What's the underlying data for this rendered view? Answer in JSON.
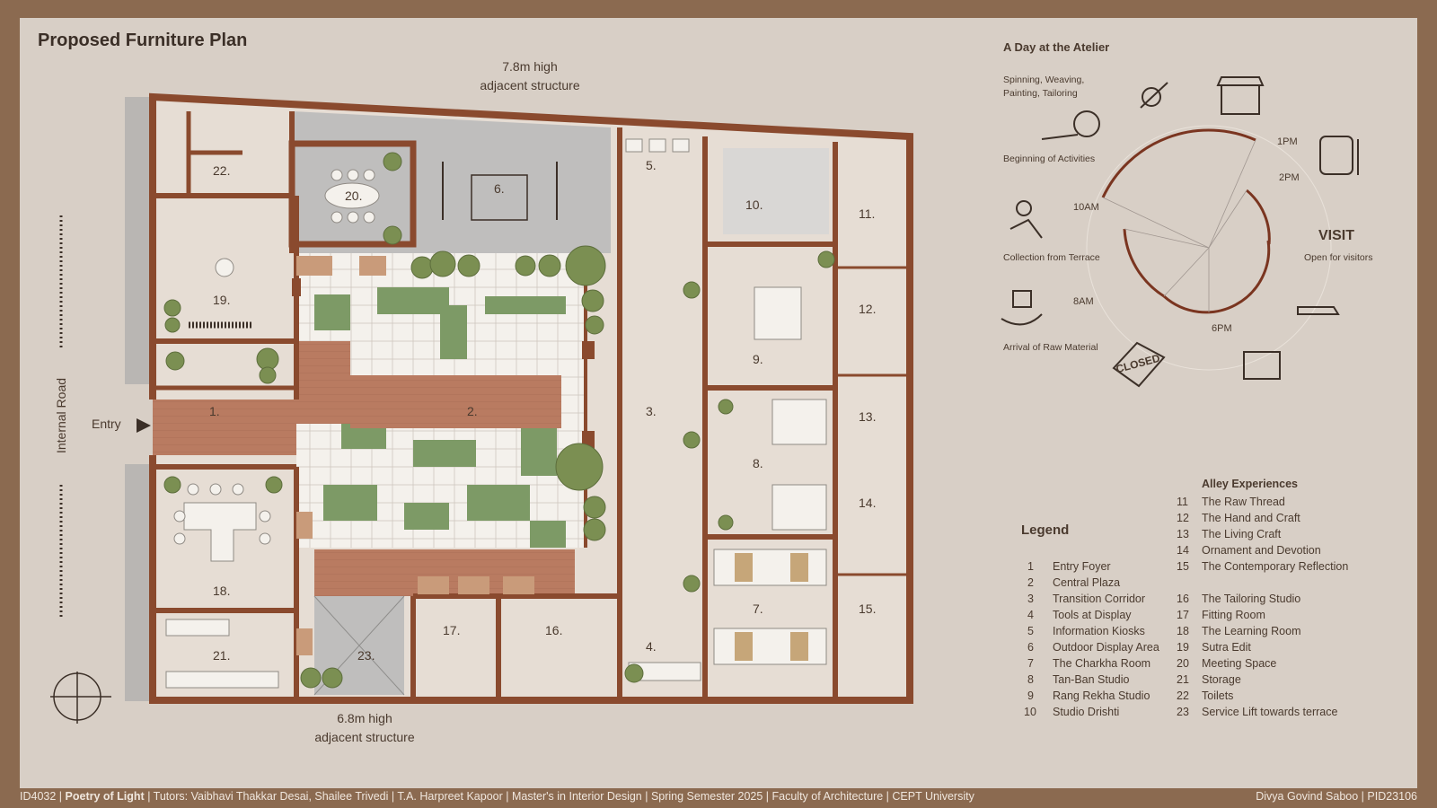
{
  "title": "Proposed Furniture Plan",
  "notes": {
    "top_line1": "7.8m high",
    "top_line2": "adjacent structure",
    "bottom_line1": "6.8m high",
    "bottom_line2": "adjacent structure",
    "road": "Internal Road",
    "entry": "Entry"
  },
  "room_numbers": [
    "1.",
    "2.",
    "3.",
    "4.",
    "5.",
    "6.",
    "7.",
    "8.",
    "9.",
    "10.",
    "11.",
    "12.",
    "13.",
    "14.",
    "15.",
    "16.",
    "17.",
    "18.",
    "19.",
    "20.",
    "21.",
    "22.",
    "23."
  ],
  "day": {
    "title": "A Day at the Atelier",
    "spinning": "Spinning, Weaving,",
    "spinning2": "Painting, Tailoring",
    "beginning": "Beginning of Activities",
    "collection": "Collection from Terrace",
    "arrival": "Arrival of Raw Material",
    "open": "Open for visitors",
    "visit": "VISIT",
    "closed": "CLOSED",
    "hours": [
      "1PM",
      "2PM",
      "10AM",
      "8AM",
      "6PM"
    ]
  },
  "legend": {
    "title": "Legend",
    "items": [
      {
        "n": "1",
        "label": "Entry Foyer"
      },
      {
        "n": "2",
        "label": "Central Plaza"
      },
      {
        "n": "3",
        "label": "Transition Corridor"
      },
      {
        "n": "4",
        "label": "Tools at Display"
      },
      {
        "n": "5",
        "label": "Information Kiosks"
      },
      {
        "n": "6",
        "label": "Outdoor Display Area"
      },
      {
        "n": "7",
        "label": "The Charkha Room"
      },
      {
        "n": "8",
        "label": "Tan-Ban Studio"
      },
      {
        "n": "9",
        "label": "Rang Rekha Studio"
      },
      {
        "n": "10",
        "label": "Studio Drishti"
      }
    ]
  },
  "alley": {
    "title": "Alley Experiences",
    "items": [
      {
        "n": "11",
        "label": "The Raw Thread"
      },
      {
        "n": "12",
        "label": "The Hand and Craft"
      },
      {
        "n": "13",
        "label": "The Living Craft"
      },
      {
        "n": "14",
        "label": "Ornament and Devotion"
      },
      {
        "n": "15",
        "label": "The Contemporary Reflection"
      }
    ],
    "items2": [
      {
        "n": "16",
        "label": "The Tailoring Studio"
      },
      {
        "n": "17",
        "label": "Fitting Room"
      },
      {
        "n": "18",
        "label": "The Learning Room"
      },
      {
        "n": "19",
        "label": "Sutra Edit"
      },
      {
        "n": "20",
        "label": "Meeting Space"
      },
      {
        "n": "21",
        "label": "Storage"
      },
      {
        "n": "22",
        "label": "Toilets"
      },
      {
        "n": "23",
        "label": "Service Lift towards terrace"
      }
    ]
  },
  "footer": {
    "code": "ID4032 | ",
    "project": "Poetry of Light",
    "rest": " | Tutors: Vaibhavi Thakkar Desai, Shailee Trivedi | T.A. Harpreet Kapoor | Master's in Interior Design | Spring Semester 2025 | Faculty of Architecture | CEPT University",
    "author": "Divya Govind Saboo | PID23106"
  },
  "colors": {
    "frame": "#8b6a50",
    "paper": "#d8cfc6",
    "wall": "#8a4a2e",
    "floor": "#e5dcd3",
    "wood": "#b87a60",
    "grass": "#7d9a66",
    "tile": "#f4f1ec",
    "grey": "#bcbcbc",
    "tree": "#7b8f52"
  }
}
